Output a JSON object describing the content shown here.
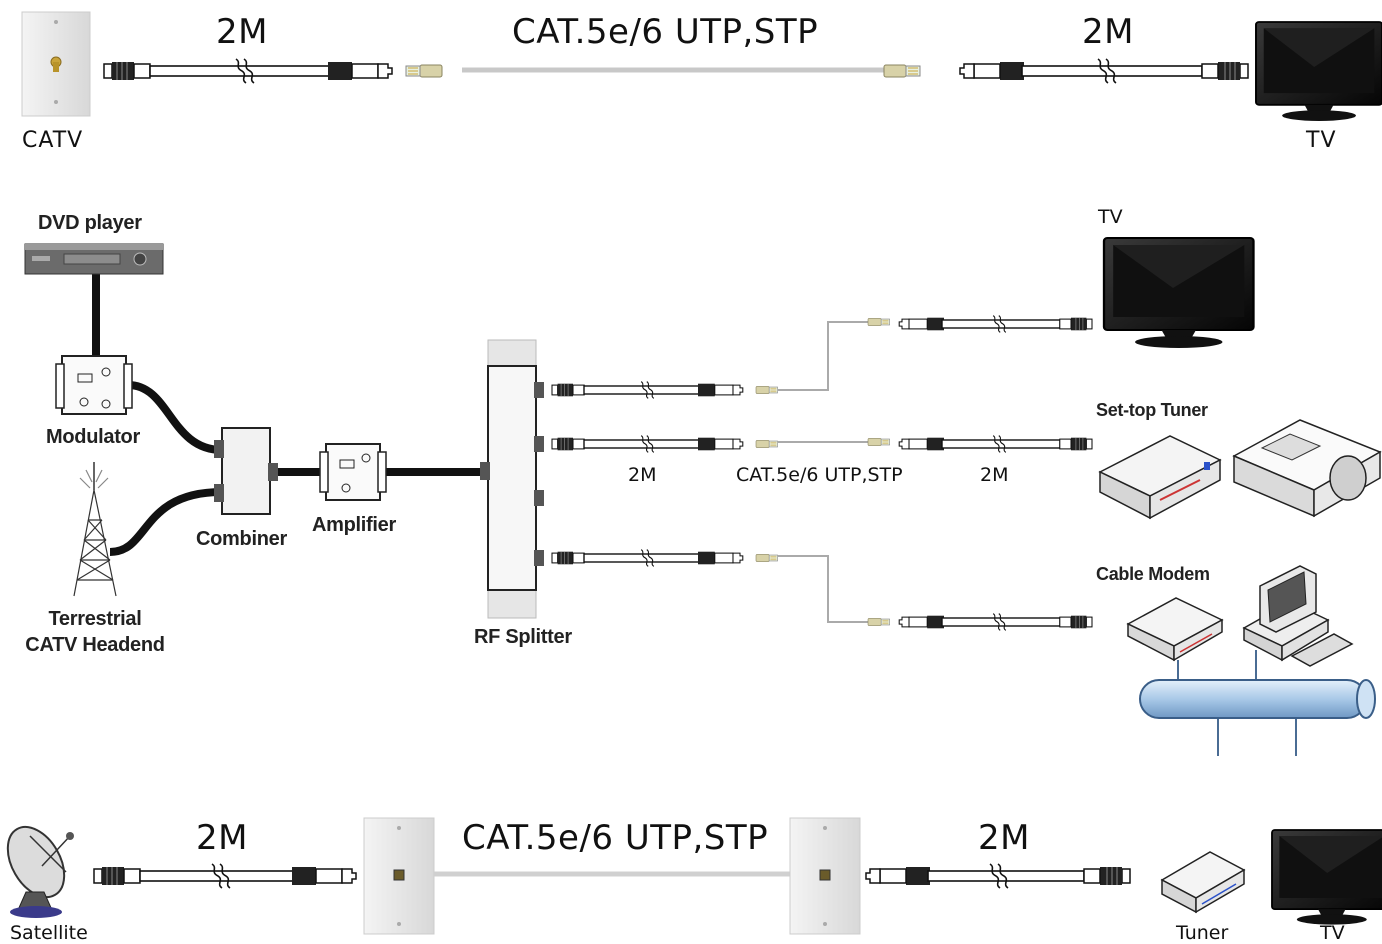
{
  "top_row": {
    "left_cable": "2M",
    "middle_cable": "CAT.5e/6 UTP,STP",
    "right_cable": "2M",
    "source": "CATV",
    "destination": "TV"
  },
  "middle": {
    "dvd_player": "DVD player",
    "modulator": "Modulator",
    "terrestrial_line1": "Terrestrial",
    "terrestrial_line2": "CATV Headend",
    "combiner": "Combiner",
    "amplifier": "Amplifier",
    "rf_splitter": "RF Splitter",
    "tv": "TV",
    "set_top_tuner": "Set-top Tuner",
    "cable_modem": "Cable Modem",
    "cable_left": "2M",
    "cable_middle": "CAT.5e/6 UTP,STP",
    "cable_right": "2M"
  },
  "bottom_row": {
    "left_cable": "2M",
    "middle_cable": "CAT.5e/6 UTP,STP",
    "right_cable": "2M",
    "source": "Satellite",
    "tuner": "Tuner",
    "destination": "TV"
  },
  "colors": {
    "cable": "#1a1a1a",
    "cat_cable": "#c8c8c8",
    "wall_plate": "#e6e6e6",
    "pipe": "#a8c8e8"
  }
}
